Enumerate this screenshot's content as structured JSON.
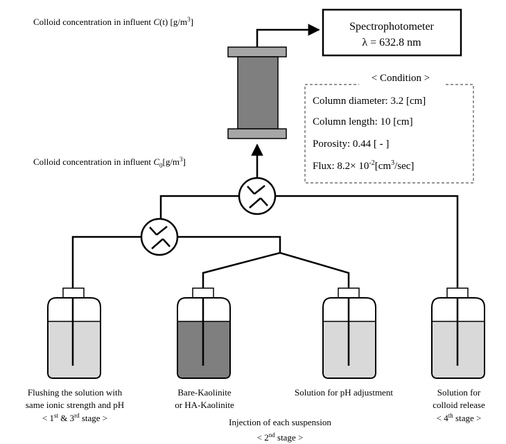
{
  "colors": {
    "stroke": "#000000",
    "column_fill": "#7f7f7f",
    "column_cap_fill": "#a6a6a6",
    "bottle_light_fill": "#d9d9d9",
    "bottle_dark_fill": "#7f7f7f",
    "background": "#ffffff"
  },
  "labels": {
    "influent_top_prefix": "Colloid concentration in influent ",
    "influent_top_var": "C",
    "influent_top_suffix": "(t) [g/m",
    "influent_top_sup": "3",
    "influent_top_close": "]",
    "influent_bottom_prefix": "Colloid concentration in influent ",
    "influent_bottom_var": "C",
    "influent_bottom_sub": "0",
    "influent_bottom_suffix": "[g/m",
    "influent_bottom_sup": "3",
    "influent_bottom_close": "]"
  },
  "spectrophotometer": {
    "line1": "Spectrophotometer",
    "line2": "λ = 632.8 nm"
  },
  "condition": {
    "title": "< Condition >",
    "diameter": "Column diameter: 3.2 [cm]",
    "length": "Column length: 10 [cm]",
    "porosity": "Porosity: 0.44 [ - ]",
    "flux_prefix": "Flux: 8.2× 10",
    "flux_exp": "-2",
    "flux_mid": "[cm",
    "flux_sup": "3",
    "flux_suffix": "/sec]"
  },
  "bottles": {
    "flush": {
      "line1": "Flushing the solution with",
      "line2": "same ionic strength and pH",
      "stage_open": "< 1",
      "stage_sup1": "st",
      "stage_mid": " & 3",
      "stage_sup2": "rd",
      "stage_close": " stage >"
    },
    "kaolinite": {
      "line1": "Bare-Kaolinite",
      "line2": "or HA-Kaolinite"
    },
    "ph": {
      "line1": "Solution for pH adjustment"
    },
    "release": {
      "line1": "Solution for",
      "line2": "colloid release",
      "stage_open": "< 4",
      "stage_sup": "th",
      "stage_close": " stage >"
    }
  },
  "injection": {
    "line1": "Injection of each suspension",
    "stage_open": "< 2",
    "stage_sup": "nd",
    "stage_close": " stage >"
  }
}
